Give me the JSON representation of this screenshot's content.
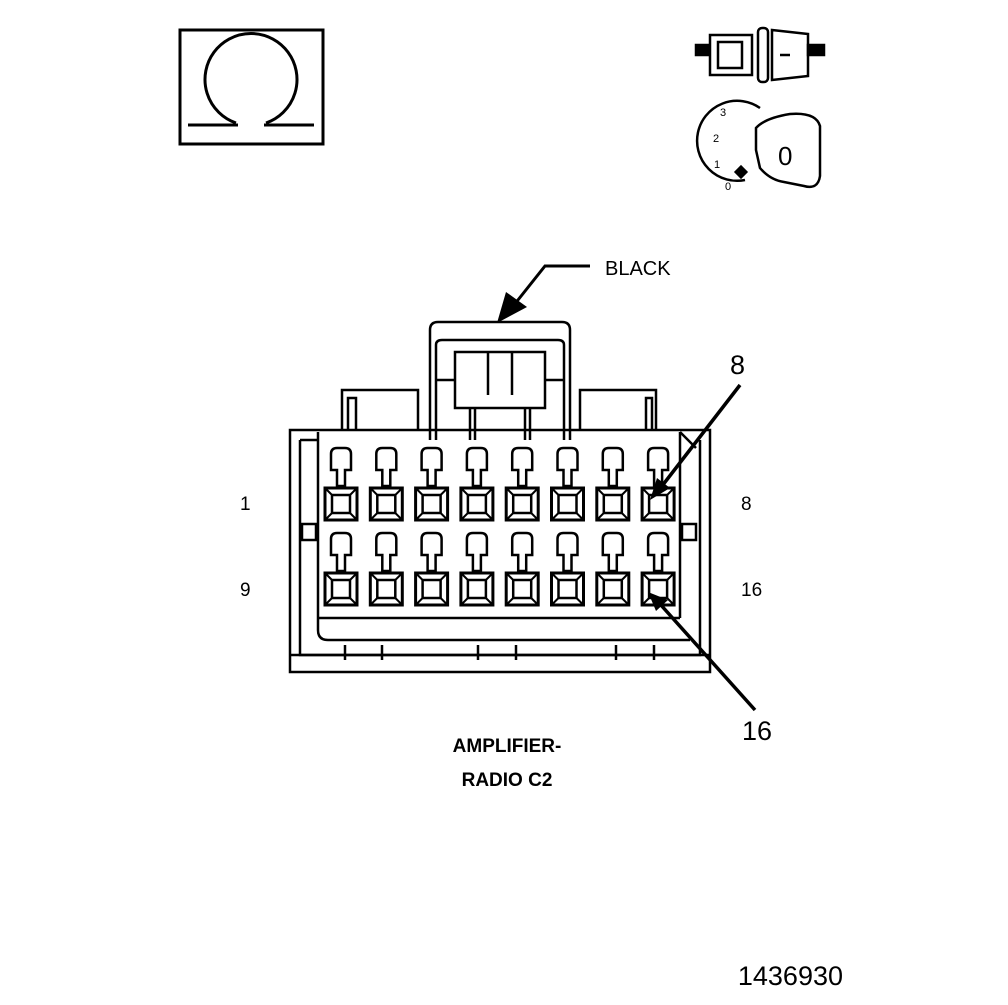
{
  "diagram": {
    "connector_color_label": "BLACK",
    "callout_top": "8",
    "callout_bottom": "16",
    "row1_left": "1",
    "row1_right": "8",
    "row2_left": "9",
    "row2_right": "16",
    "title_line1": "AMPLIFIER-",
    "title_line2": "RADIO C2",
    "figure_number": "1436930",
    "ohm_symbol_icon": "ohmmeter-icon",
    "connector_icon": "disconnected-connector-icon",
    "ignition_icon": "ignition-key-off-icon",
    "key_position_label": "0",
    "key_scale": [
      "3",
      "2",
      "1",
      "0"
    ],
    "pin_rows": 2,
    "pins_per_row": 8
  }
}
